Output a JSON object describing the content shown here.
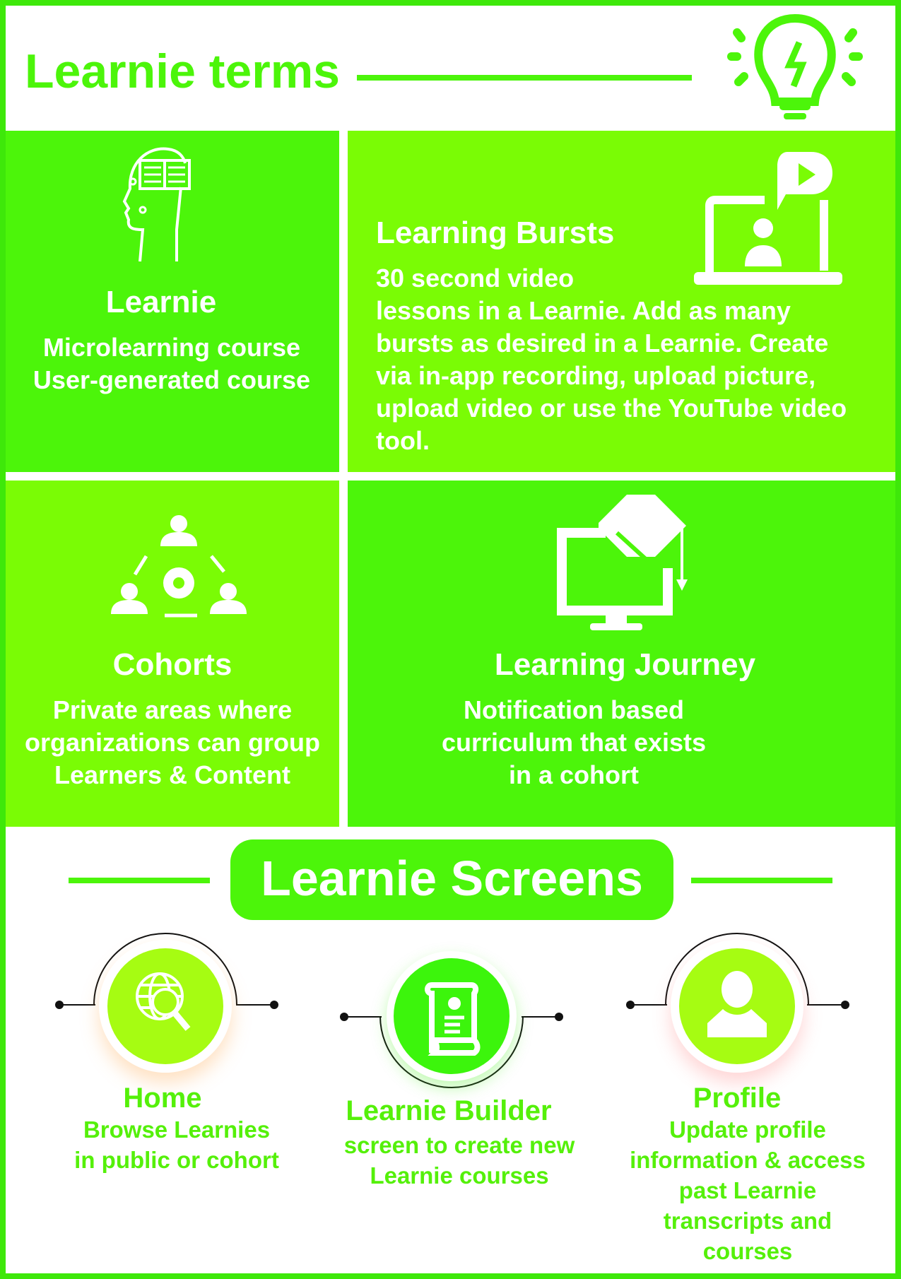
{
  "header": {
    "title": "Learnie terms",
    "icon": "lightbulb-icon"
  },
  "terms": [
    {
      "title": "Learnie",
      "lines": [
        "Microlearning course",
        "User-generated course"
      ],
      "icon": "head-book-icon"
    },
    {
      "title": "Learning Bursts",
      "lines": [
        "30 second video",
        "lessons in a Learnie. Add as many",
        "bursts as desired in a Learnie. Create",
        "via in-app recording, upload picture,",
        "upload video or use the YouTube video",
        "tool."
      ],
      "icon": "laptop-video-icon"
    },
    {
      "title": "Cohorts",
      "lines": [
        "Private areas where",
        "organizations can group",
        "Learners & Content"
      ],
      "icon": "group-gear-icon"
    },
    {
      "title": "Learning Journey",
      "lines": [
        "Notification based",
        "curriculum that exists",
        "in a cohort"
      ],
      "icon": "monitor-graduation-icon"
    }
  ],
  "screens": {
    "title": "Learnie Screens",
    "items": [
      {
        "title": "Home",
        "lines": [
          "Browse Learnies",
          "in public or cohort"
        ],
        "icon": "globe-search-icon"
      },
      {
        "title": "Learnie Builder",
        "lines": [
          "screen to create new",
          "Learnie courses"
        ],
        "icon": "certificate-scroll-icon"
      },
      {
        "title": "Profile",
        "lines": [
          "Update profile",
          "information & access",
          "past Learnie",
          "transcripts and",
          "courses"
        ],
        "icon": "user-icon"
      }
    ]
  },
  "colors": {
    "dark": "#4cf50a",
    "light": "#7afc05",
    "border": "#3ee80a",
    "lime": "#a6fc12"
  }
}
